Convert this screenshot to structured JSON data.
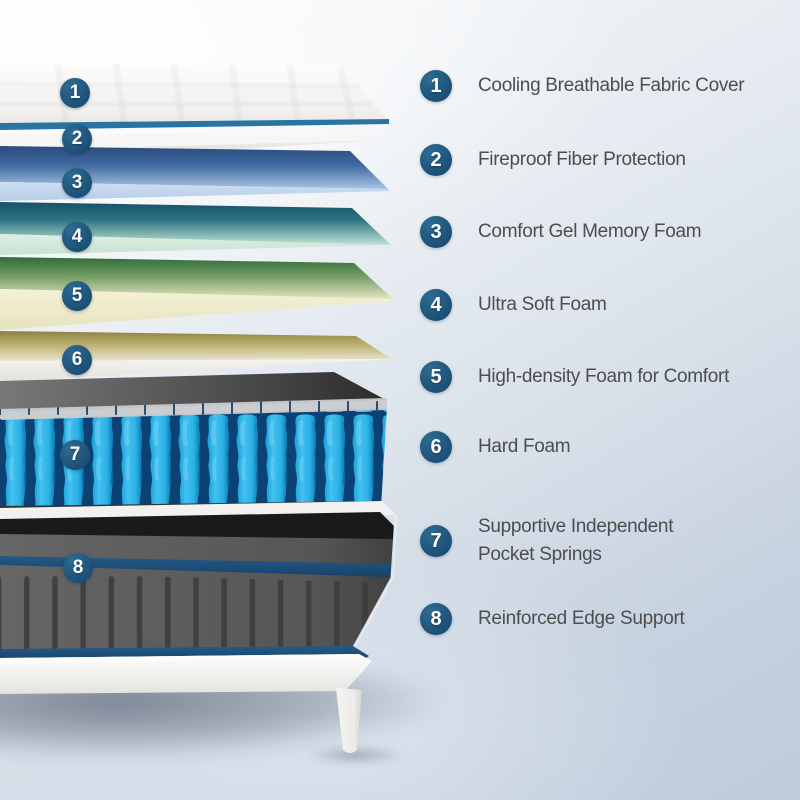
{
  "illustration": {
    "type": "mattress-layer-cutaway",
    "layer_count": 8,
    "badge_numbers": [
      "1",
      "2",
      "3",
      "4",
      "5",
      "6",
      "7",
      "8"
    ]
  },
  "legend": {
    "items": [
      {
        "number": "1",
        "label": "Cooling Breathable Fabric Cover"
      },
      {
        "number": "2",
        "label": "Fireproof Fiber Protection"
      },
      {
        "number": "3",
        "label": "Comfort Gel Memory Foam"
      },
      {
        "number": "4",
        "label": "Ultra Soft Foam"
      },
      {
        "number": "5",
        "label": "High-density Foam for Comfort"
      },
      {
        "number": "6",
        "label": "Hard Foam"
      },
      {
        "number": "7",
        "label": "Supportive Independent Pocket Springs"
      },
      {
        "number": "8",
        "label": "Reinforced Edge Support"
      }
    ]
  },
  "colors": {
    "badge_navy": "#1f567c",
    "legend_text": "#4d4d4f",
    "cover_piping_blue": "#2a74a2",
    "memory_foam_blue": "#3f6ba0",
    "gel_foam_teal": "#2f7583",
    "soft_foam_green": "#2f6c37",
    "hard_foam_olive": "#8c8142",
    "spring_cyan": "#2db5e9",
    "spring_gap_navy": "#0b4273",
    "base_gray": "#5a5a5a",
    "base_piping_navy": "#1d4b76",
    "background_blue": "#c3cfdd"
  }
}
